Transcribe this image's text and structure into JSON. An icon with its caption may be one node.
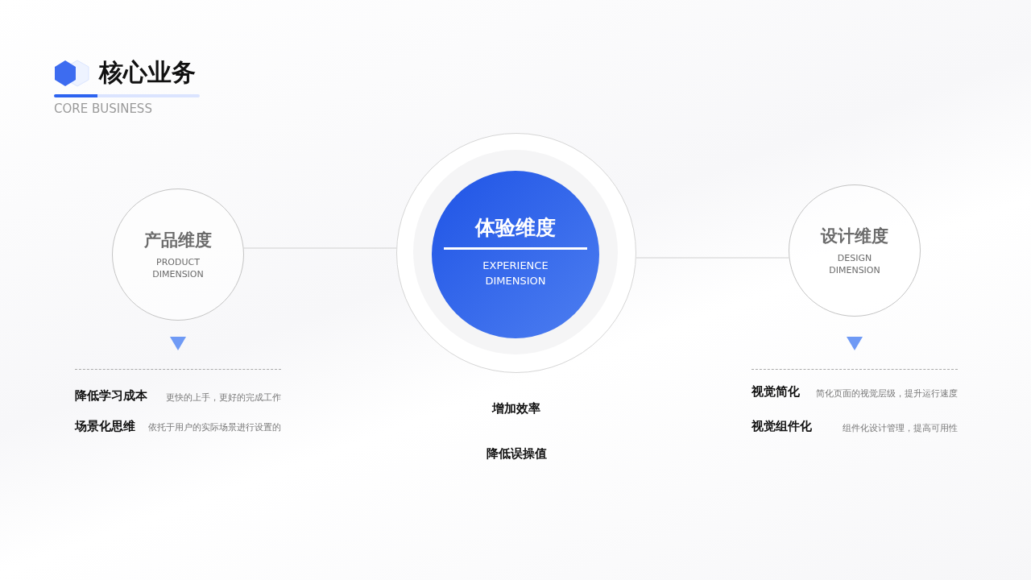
{
  "diagram": {
    "title": "核心业务",
    "nodes": [
      {
        "text": [
          "产品维度",
          "PRODUCT DIMENSION"
        ]
      },
      {
        "text": [
          "体验维度",
          "EXPERIENCE DIMENSION"
        ]
      },
      {
        "text": [
          "设计维度",
          "DESIGN DIMENSION"
        ]
      }
    ],
    "edges": [
      {
        "from": 0,
        "to": 1,
        "arrow": "none"
      },
      {
        "from": 1,
        "to": 2,
        "arrow": "none"
      }
    ],
    "labels": [
      "CORE BUSINESS",
      "降低学习成本",
      "更快的上手，更好的完成工作",
      "场景化思维",
      "依托于用户的实际场景进行设置的",
      "视觉简化",
      "简化页面的视觉层级，提升运行速度",
      "视觉组件化",
      "组件化设计管理，提高可用性",
      "增加效率",
      "降低误操值"
    ]
  }
}
